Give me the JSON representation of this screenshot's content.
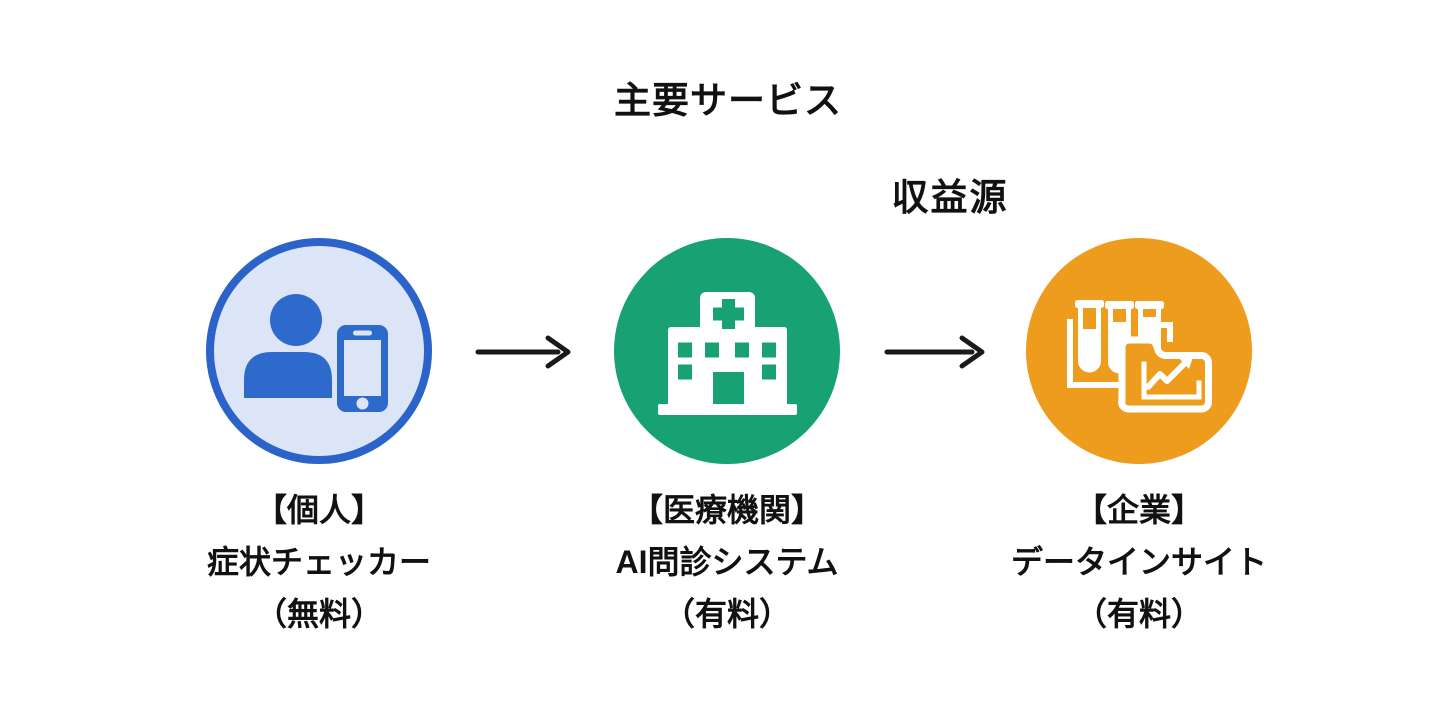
{
  "diagram": {
    "title": "主要サービス",
    "revenue_label": "収益源",
    "nodes": [
      {
        "id": "individual",
        "audience": "【個人】",
        "service": "症状チェッカー",
        "pricing": "（無料）",
        "icon": "user-with-phone-icon",
        "circle_fill": "#dce5f7",
        "circle_border": "#2b63c9",
        "icon_color": "#2d6acb"
      },
      {
        "id": "medical-institution",
        "audience": "【医療機関】",
        "service": "AI問診システム",
        "pricing": "（有料）",
        "icon": "hospital-icon",
        "circle_fill": "#18a273",
        "icon_color": "#ffffff"
      },
      {
        "id": "enterprise",
        "audience": "【企業】",
        "service": "データインサイト",
        "pricing": "（有料）",
        "icon": "test-tubes-folder-chart-icon",
        "circle_fill": "#ee9c1d",
        "icon_color": "#ffffff"
      }
    ],
    "flow": [
      {
        "from": "individual",
        "to": "medical-institution"
      },
      {
        "from": "medical-institution",
        "to": "enterprise"
      }
    ],
    "colors": {
      "background": "#ffffff",
      "text": "#111111",
      "arrow": "#1a1a1a"
    }
  }
}
